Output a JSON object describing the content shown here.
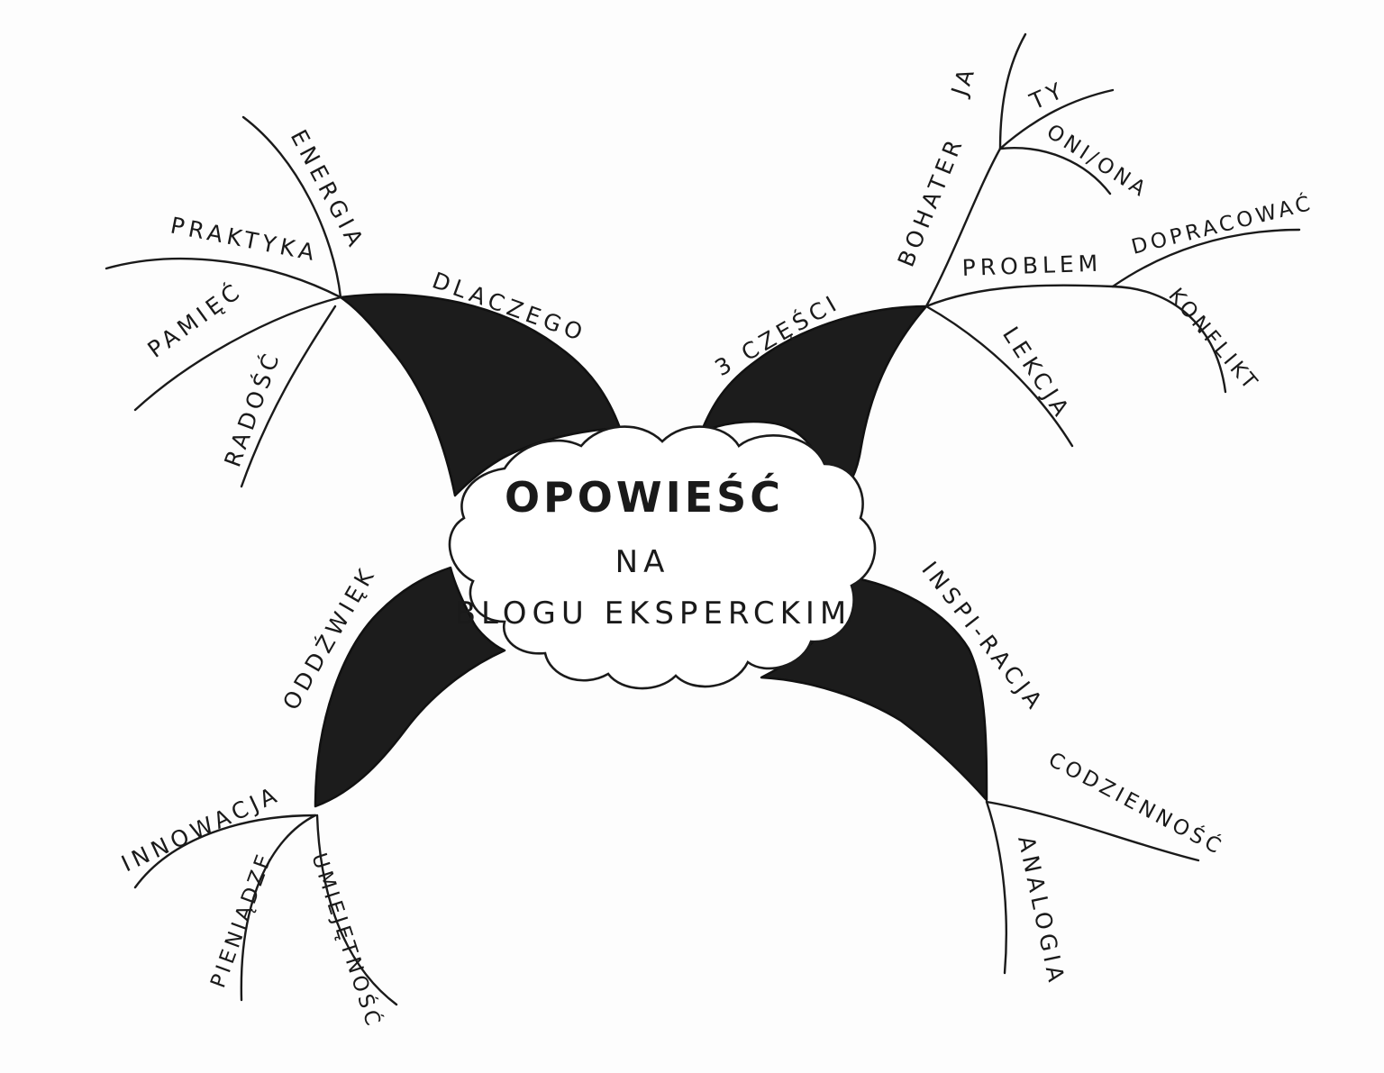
{
  "center": {
    "title": "OPOWIEŚĆ",
    "line2": "NA",
    "line3": "BLOGU EKSPERCKIM"
  },
  "branches": {
    "dlaczego": {
      "label": "DLACZEGO",
      "children": [
        "ENERGIA",
        "PRAKTYKA",
        "PAMIĘĆ",
        "RADOŚĆ"
      ]
    },
    "trzy_czesci": {
      "label": "3 CZĘŚCI",
      "children": {
        "bohater": {
          "label": "BOHATER",
          "children": [
            "JA",
            "TY",
            "ONI/ONA"
          ]
        },
        "problem": {
          "label": "PROBLEM",
          "children": [
            "DOPRACOWAĆ",
            "KONFLIKT"
          ]
        },
        "lekcja": {
          "label": "LEKCJA"
        }
      }
    },
    "oddzwiek": {
      "label": "ODDŹWIĘK",
      "children": [
        "INNOWACJA",
        "PIENIĄDZE",
        "UMIEJĘTNOŚĆ"
      ]
    },
    "inspiracja": {
      "label": "INSPI-RACJA",
      "children": [
        "CODZIENNOŚĆ",
        "ANALOGIA"
      ]
    }
  }
}
